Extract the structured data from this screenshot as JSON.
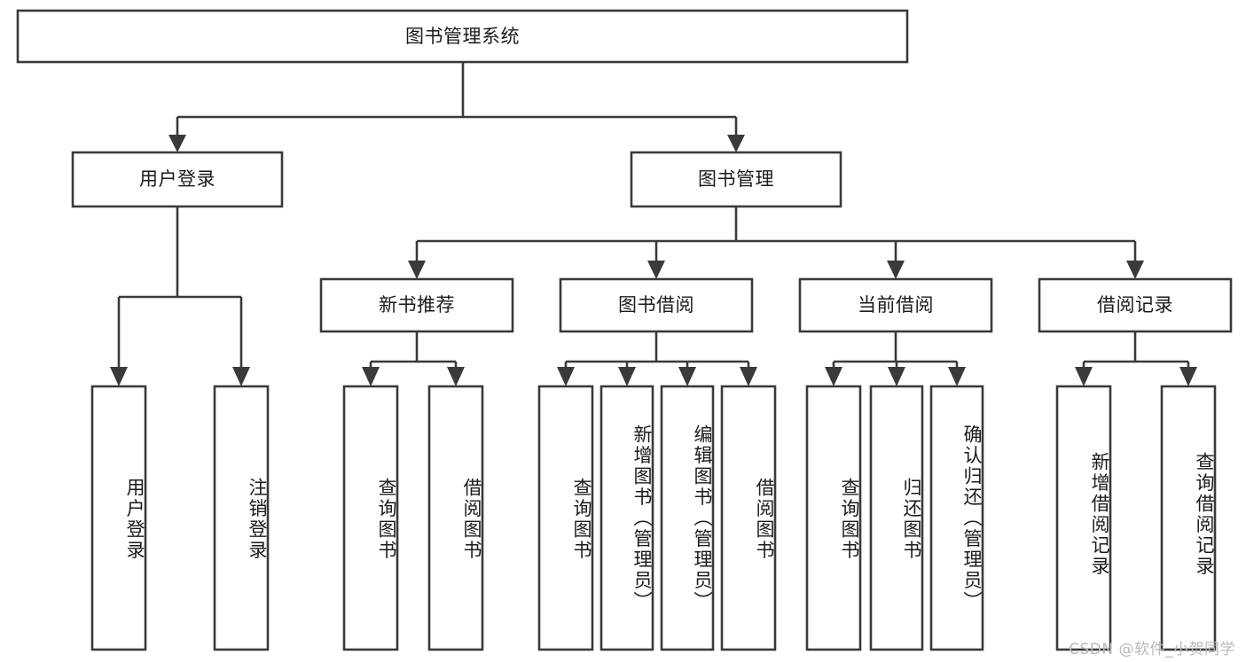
{
  "diagram": {
    "type": "hierarchy-tree",
    "title": "图书管理系统",
    "watermark": "CSDN @软件_小贺同学",
    "colors": {
      "stroke": "#3a3a3a",
      "box_fill": "#ffffff",
      "text": "#1b1b1b",
      "background": "#ffffff",
      "watermark": "#b9b9b9"
    },
    "levels": {
      "root": "图书管理系统",
      "level1": [
        "用户登录",
        "图书管理"
      ],
      "level2": [
        "新书推荐",
        "图书借阅",
        "当前借阅",
        "借阅记录"
      ],
      "level3": [
        "用户登录",
        "注销登录",
        "查询图书",
        "借阅图书",
        "查询图书",
        "新增图书（管理员）",
        "编辑图书（管理员）",
        "借阅图书",
        "查询图书",
        "归还图书",
        "确认归还（管理员）",
        "新增借阅记录",
        "查询借阅记录"
      ]
    },
    "nodes": {
      "root": {
        "label": "图书管理系统"
      },
      "user_login": {
        "label": "用户登录"
      },
      "book_manage": {
        "label": "图书管理"
      },
      "new_book_rec": {
        "label": "新书推荐"
      },
      "book_borrow": {
        "label": "图书借阅"
      },
      "current_borrow": {
        "label": "当前借阅"
      },
      "borrow_record": {
        "label": "借阅记录"
      },
      "leaf_user_login": {
        "label": "用户登录"
      },
      "leaf_logout": {
        "label": "注销登录"
      },
      "leaf_query_book_a": {
        "label": "查询图书"
      },
      "leaf_borrow_book_a": {
        "label": "借阅图书"
      },
      "leaf_query_book_b": {
        "label": "查询图书"
      },
      "leaf_add_book": {
        "label": "新增图书（管理员）"
      },
      "leaf_edit_book": {
        "label": "编辑图书（管理员）"
      },
      "leaf_borrow_book_b": {
        "label": "借阅图书"
      },
      "leaf_query_book_c": {
        "label": "查询图书"
      },
      "leaf_return_book": {
        "label": "归还图书"
      },
      "leaf_confirm_return": {
        "label": "确认归还（管理员）"
      },
      "leaf_add_record": {
        "label": "新增借阅记录"
      },
      "leaf_query_record": {
        "label": "查询借阅记录"
      }
    },
    "edges": [
      {
        "from": "root",
        "to": "user_login"
      },
      {
        "from": "root",
        "to": "book_manage"
      },
      {
        "from": "user_login",
        "to": "leaf_user_login"
      },
      {
        "from": "user_login",
        "to": "leaf_logout"
      },
      {
        "from": "book_manage",
        "to": "new_book_rec"
      },
      {
        "from": "book_manage",
        "to": "book_borrow"
      },
      {
        "from": "book_manage",
        "to": "current_borrow"
      },
      {
        "from": "book_manage",
        "to": "borrow_record"
      },
      {
        "from": "new_book_rec",
        "to": "leaf_query_book_a"
      },
      {
        "from": "new_book_rec",
        "to": "leaf_borrow_book_a"
      },
      {
        "from": "book_borrow",
        "to": "leaf_query_book_b"
      },
      {
        "from": "book_borrow",
        "to": "leaf_add_book"
      },
      {
        "from": "book_borrow",
        "to": "leaf_edit_book"
      },
      {
        "from": "book_borrow",
        "to": "leaf_borrow_book_b"
      },
      {
        "from": "current_borrow",
        "to": "leaf_query_book_c"
      },
      {
        "from": "current_borrow",
        "to": "leaf_return_book"
      },
      {
        "from": "current_borrow",
        "to": "leaf_confirm_return"
      },
      {
        "from": "borrow_record",
        "to": "leaf_add_record"
      },
      {
        "from": "borrow_record",
        "to": "leaf_query_record"
      }
    ]
  }
}
